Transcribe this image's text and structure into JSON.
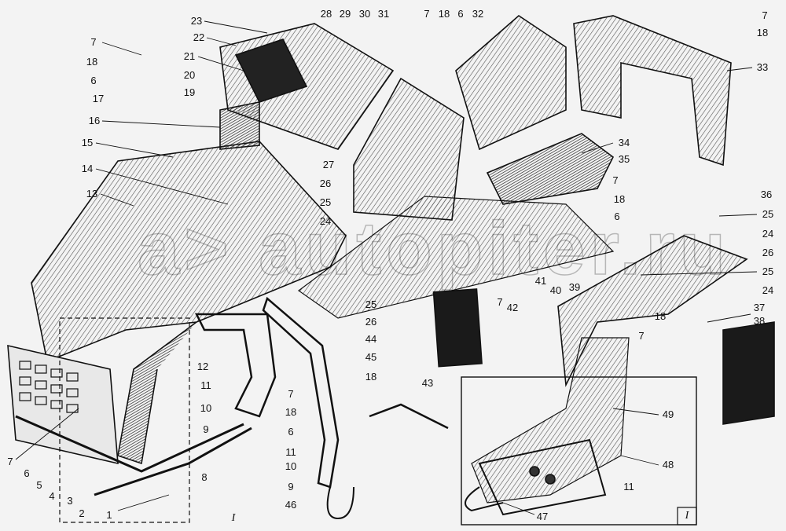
{
  "watermark": "a> autopiter.ru",
  "colors": {
    "ink": "#111111",
    "paper": "#f3f3f3",
    "hatch": "#555555"
  },
  "callouts": [
    "23",
    "22",
    "21",
    "20",
    "19",
    "7",
    "18",
    "6",
    "17",
    "16",
    "15",
    "14",
    "13",
    "28",
    "29",
    "30",
    "31",
    "7",
    "18",
    "6",
    "32",
    "7",
    "18",
    "33",
    "27",
    "26",
    "25",
    "24",
    "34",
    "35",
    "7",
    "18",
    "6",
    "36",
    "25",
    "24",
    "26",
    "25",
    "24",
    "39",
    "40",
    "41",
    "42",
    "7",
    "25",
    "26",
    "44",
    "45",
    "18",
    "43",
    "37",
    "38",
    "18",
    "7",
    "12",
    "11",
    "10",
    "9",
    "7",
    "6",
    "5",
    "4",
    "3",
    "2",
    "1",
    "8",
    "7",
    "18",
    "6",
    "11",
    "10",
    "9",
    "46",
    "49",
    "48",
    "11",
    "47"
  ],
  "view_markers": [
    "I",
    "I"
  ]
}
